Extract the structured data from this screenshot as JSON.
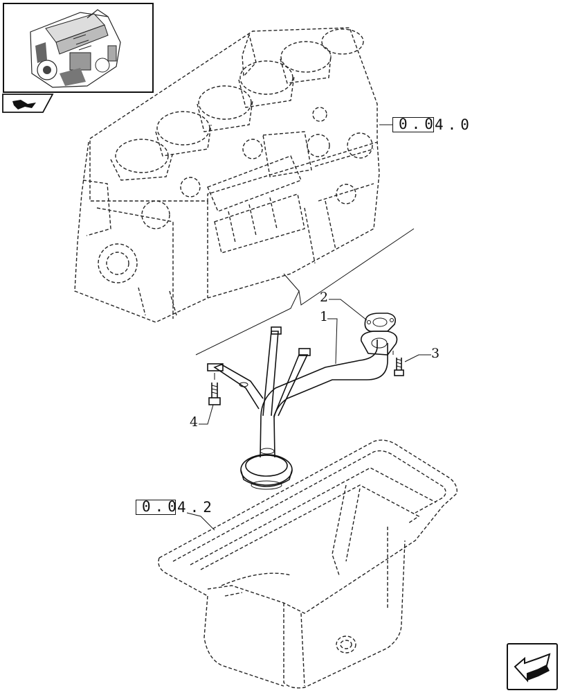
{
  "references": {
    "block_ref": {
      "boxed": "0.0",
      "suffix": "4.0"
    },
    "sump_ref": {
      "boxed": "0.0",
      "suffix": "4.2"
    }
  },
  "callouts": {
    "part_1": "1",
    "part_2": "2",
    "part_3": "3",
    "part_4": "4"
  },
  "icons": {
    "thumbnail_engine": "engine-thumbnail-icon",
    "section_tab": "section-arrow-icon",
    "navigation": "next-page-arrow-icon"
  }
}
